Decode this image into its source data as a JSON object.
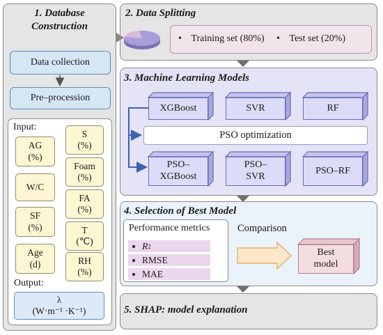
{
  "stage1": {
    "title_line1": "1. Database",
    "title_line2": "Construction",
    "data_collection": "Data collection",
    "preprocession": "Pre–procession",
    "input_label": "Input:",
    "inputs_left": [
      {
        "line1": "AG",
        "line2": "(%)"
      },
      {
        "line1": "W/C",
        "line2": ""
      },
      {
        "line1": "SF",
        "line2": "(%)"
      },
      {
        "line1": "Age",
        "line2": "(d)"
      }
    ],
    "inputs_right": [
      {
        "line1": "S",
        "line2": "(%)"
      },
      {
        "line1": "Foam",
        "line2": "(%)"
      },
      {
        "line1": "FA",
        "line2": "(%)"
      },
      {
        "line1": "T",
        "line2": "(℃)"
      },
      {
        "line1": "RH",
        "line2": "(%)"
      }
    ],
    "output_label": "Output:",
    "output_line1": "λ",
    "output_line2": "(W·m⁻¹ ·K⁻¹)"
  },
  "stage2": {
    "title": "2. Data Splitting",
    "training_set": "Training set (80%)",
    "test_set": "Test set (20%)",
    "split_fraction": 0.8
  },
  "stage3": {
    "title": "3. Machine Learning Models",
    "base_models": [
      "XGBoost",
      "SVR",
      "RF"
    ],
    "optimizer": "PSO optimization",
    "optimized_models": [
      {
        "line1": "PSO–",
        "line2": "XGBoost"
      },
      {
        "line1": "PSO–",
        "line2": "SVR"
      },
      {
        "line1": "PSO–RF",
        "line2": ""
      }
    ]
  },
  "stage4": {
    "title": "4. Selection of Best Model",
    "metrics_title": "Performance metrics",
    "metrics": [
      "R",
      "RMSE",
      "MAE"
    ],
    "r_superscript": "2",
    "comparison": "Comparison",
    "best_line1": "Best",
    "best_line2": "model"
  },
  "stage5": {
    "title": "5. SHAP: model explanation"
  },
  "colors": {
    "panel_gray": "#e5e5e5",
    "panel_lavender": "#e5e3f6",
    "panel_lightblue": "#eaf3fa",
    "blue_box": "#d5e6f5",
    "yellow_box": "#fdf6d3",
    "cube": "#dcdcf8",
    "pink_cube": "#f4dde1",
    "metric_row": "#ecd6ee",
    "arrow_gray": "#555555",
    "bracket_blue": "#3b63b0"
  }
}
